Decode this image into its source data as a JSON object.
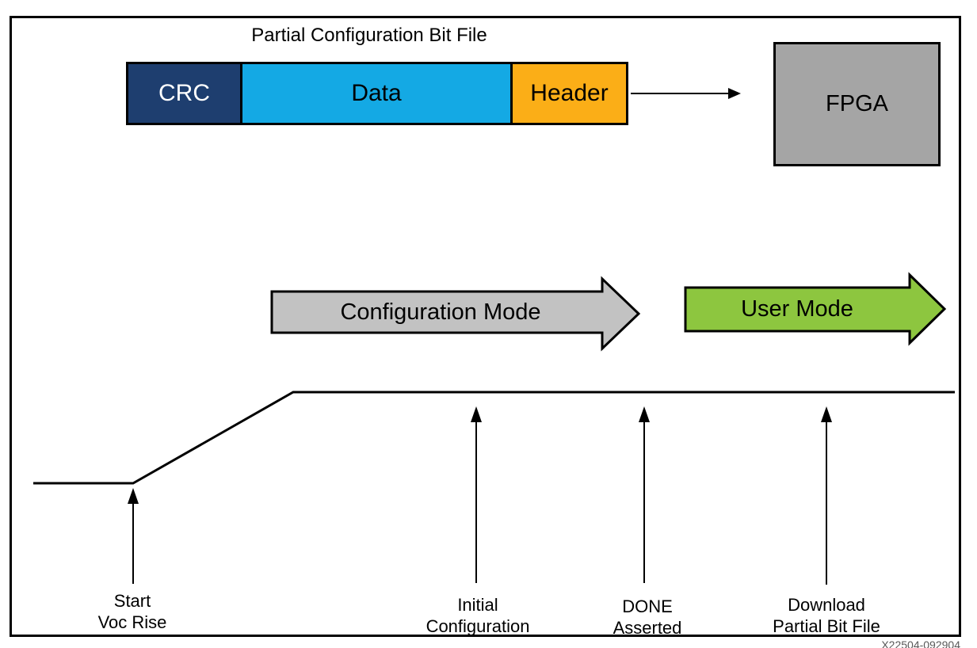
{
  "diagram": {
    "title": "Partial Configuration Bit File",
    "bitfile_segments": [
      {
        "label": "CRC"
      },
      {
        "label": "Data"
      },
      {
        "label": "Header"
      }
    ],
    "fpga_label": "FPGA",
    "mode_arrows": [
      {
        "label": "Configuration Mode"
      },
      {
        "label": "User Mode"
      }
    ],
    "timeline_events": [
      {
        "line1": "Start",
        "line2": "Voc Rise"
      },
      {
        "line1": "Initial",
        "line2": "Configuration"
      },
      {
        "line1": "DONE",
        "line2": "Asserted"
      },
      {
        "line1": "Download",
        "line2": "Partial Bit File"
      }
    ],
    "watermark": "X22504-092904"
  },
  "colors": {
    "crc_navy": "#1E3E6F",
    "data_cyan": "#14A9E4",
    "header_amber": "#FBAE17",
    "fpga_gray": "#A5A5A5",
    "config_mode_gray": "#C2C2C2",
    "user_mode_green": "#8DC63F",
    "outline_black": "#000000",
    "watermark_gray": "#595959"
  }
}
